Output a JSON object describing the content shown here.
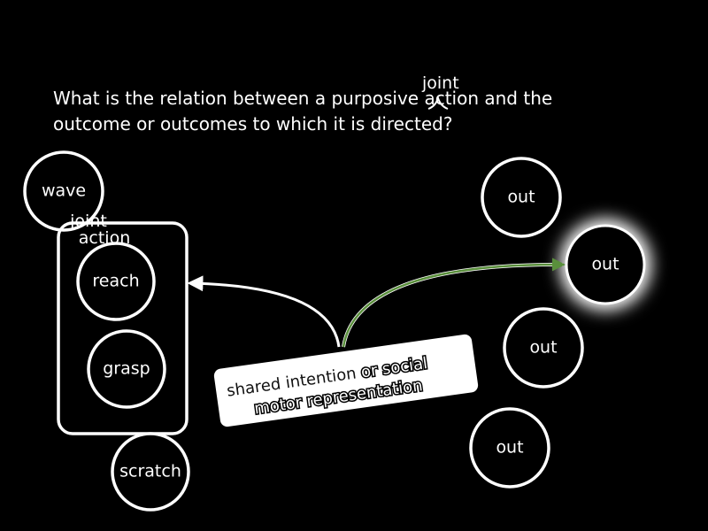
{
  "question": {
    "line1": "What is the relation between a purposive action and the",
    "line2": "outcome or outcomes to which it is directed?",
    "insertion": "joint"
  },
  "nodes": {
    "wave": "wave",
    "joint_action_line1": "joint",
    "joint_action_line2": "action",
    "reach": "reach",
    "grasp": "grasp",
    "scratch": "scratch"
  },
  "outcomes": [
    "out",
    "out",
    "out",
    "out"
  ],
  "label_card": {
    "line1_plain": "shared intention ",
    "line1_emph": "or social",
    "line2_emph": "motor representation"
  },
  "colors": {
    "background": "#000000",
    "foreground": "#ffffff",
    "green_arrow": "#5a8f3c",
    "card": "#ffffff",
    "card_text": "#111111",
    "highlight_bg": "#000000"
  }
}
